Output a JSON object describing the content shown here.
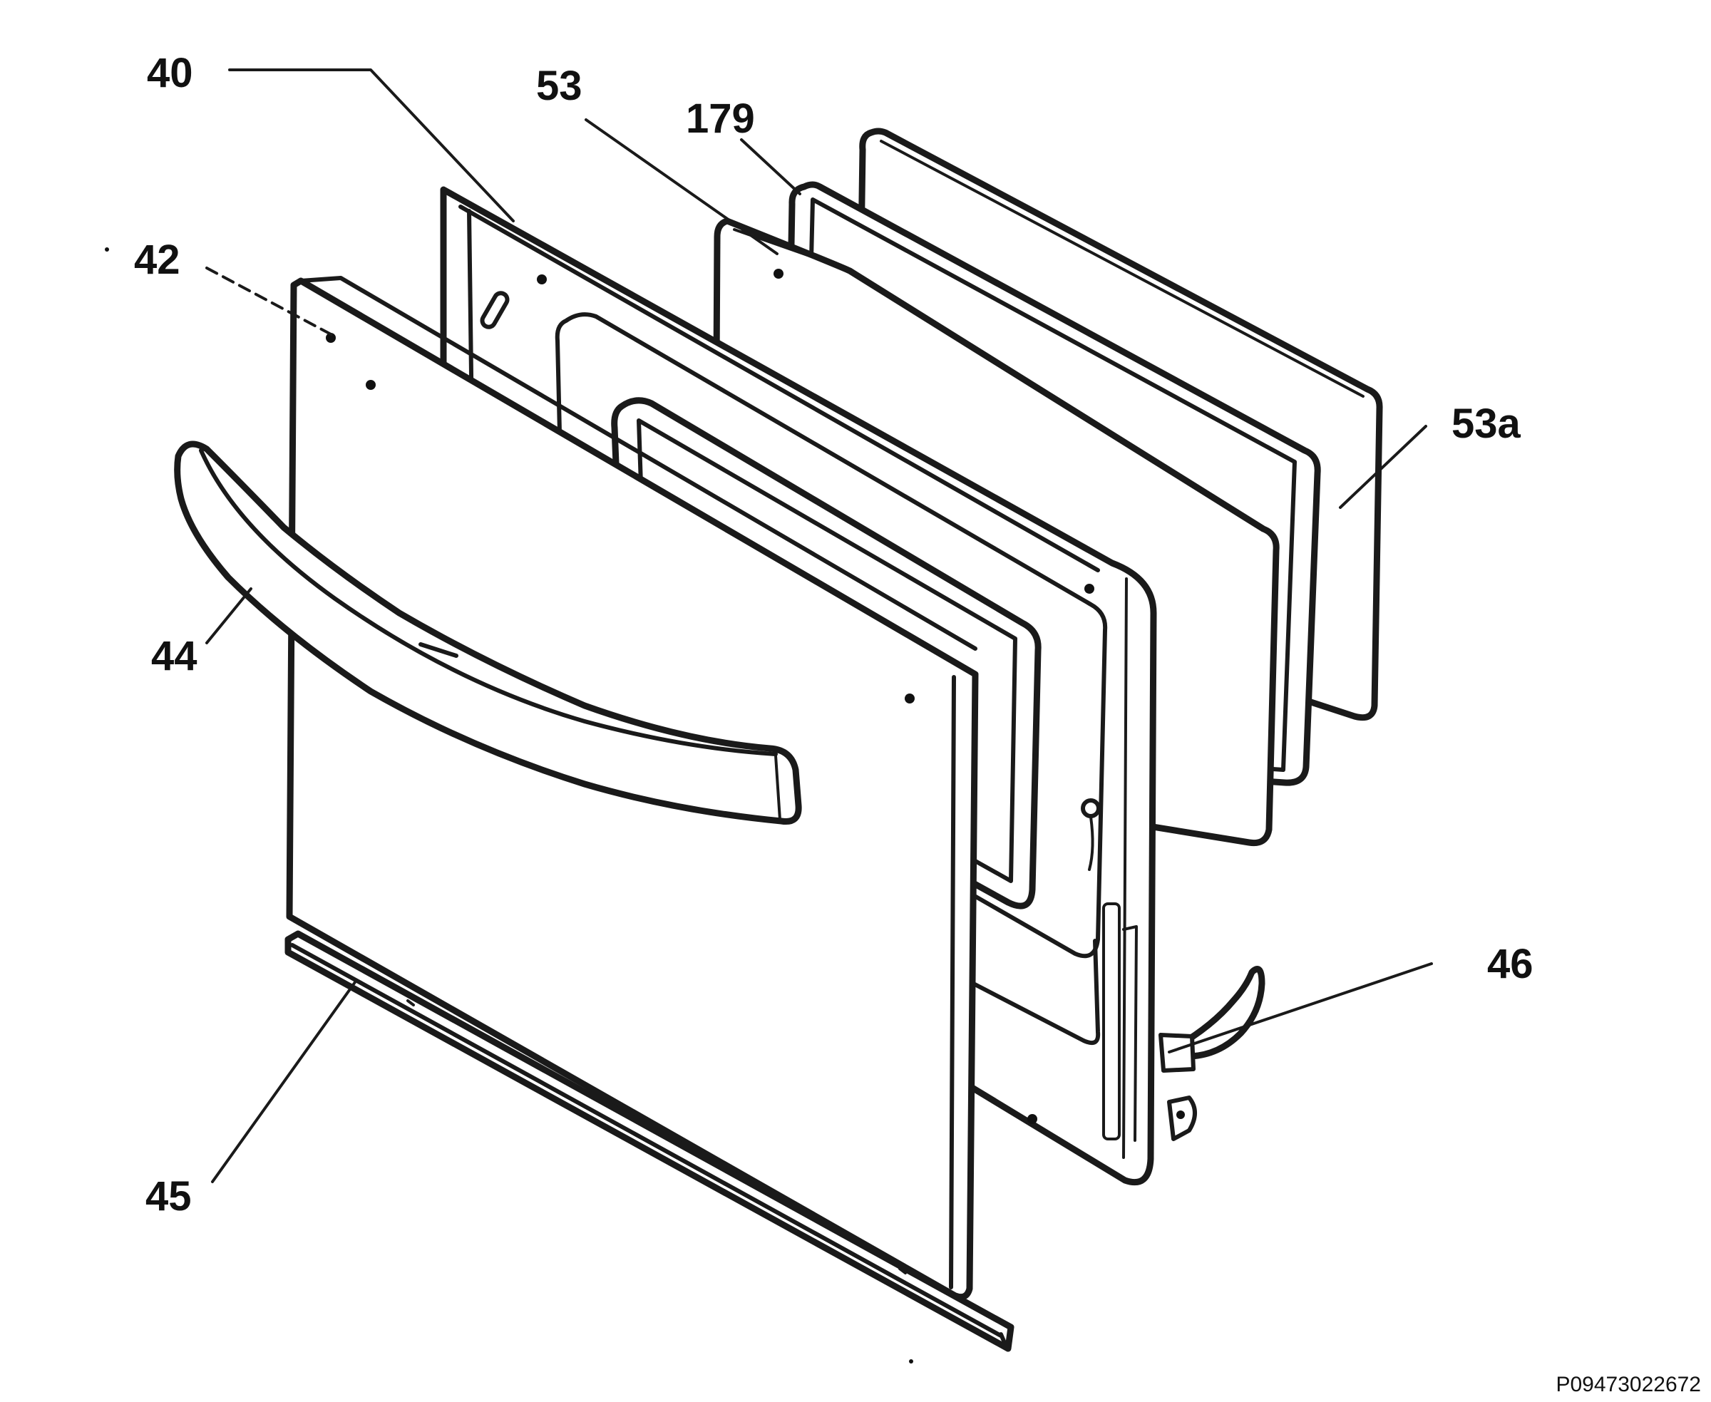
{
  "labels": {
    "l40": "40",
    "l53": "53",
    "l179": "179",
    "l42": "42",
    "l53a": "53a",
    "l44": "44",
    "l46": "46",
    "l45": "45"
  },
  "drawing_code": "P09473022672",
  "colors": {
    "ink": "#1a1a1a",
    "background": "#ffffff"
  }
}
